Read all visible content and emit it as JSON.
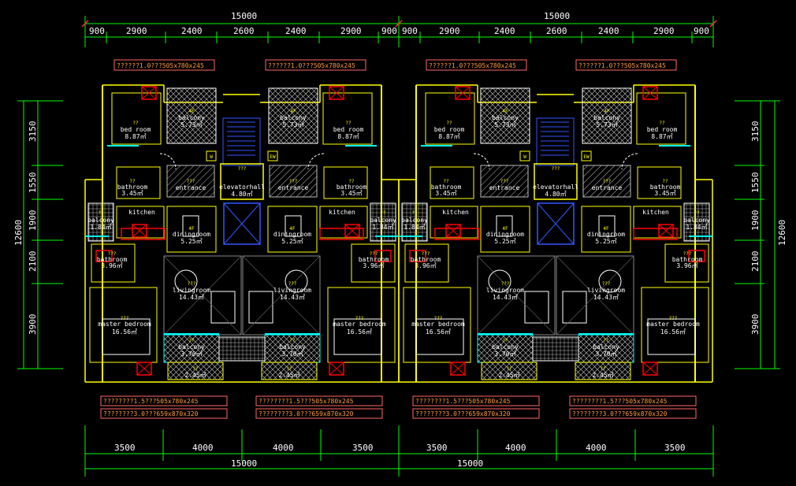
{
  "top_dims": {
    "total": "15000",
    "segments": [
      "900",
      "2900",
      "2400",
      "2600",
      "2400",
      "2900",
      "900"
    ]
  },
  "bottom_dims": {
    "total": "15000",
    "segments": [
      "3500",
      "4000",
      "4000",
      "3500"
    ]
  },
  "side_dims": {
    "total": "12600",
    "segments": [
      "3150",
      "1550",
      "1900",
      "2100",
      "3900"
    ]
  },
  "notes": {
    "top": "??????1.0???505x780x245",
    "bottom_a": "????????1.5???505x780x245",
    "bottom_b": "????????3.0???659x870x320"
  },
  "rooms": {
    "bed_room": "bed room",
    "bed_room_area": "8.87㎡",
    "balcony": "balcony",
    "balcony_top_area": "5.73㎡",
    "bathroom": "bathroom",
    "bathroom_area": "3.45㎡",
    "entrance": "entrance",
    "elevatorhall": "elevatorhall",
    "elevatorhall_area": "4.80㎡",
    "kitchen": "kitchen",
    "side_balcony_area": "1.84㎡",
    "diningroom": "diningroom",
    "diningroom_area": "5.25㎡",
    "bath2_area": "3.96㎡",
    "livingroom": "livingroom",
    "livingroom_area": "14.43㎡",
    "master_bedroom": "master bedroom",
    "master_bedroom_area": "16.56㎡",
    "bottom_balcony_area": "3.70㎡",
    "small_area": "2.45㎡"
  },
  "room_numbers": {
    "room": "???",
    "short": "??",
    "floor": "4F"
  },
  "elevator_markers": {
    "w": "W",
    "ew": "EW"
  },
  "colors": {
    "background": "#000000",
    "dimension": "#00ff00",
    "wall": "#ffff00",
    "hatch": "#ffffff",
    "accent_red": "#ff0000",
    "window": "#00ffff",
    "note_box": "#ff6666",
    "furniture": "#ffffff",
    "stair": "#3355ff",
    "door": "#cc66ff"
  }
}
